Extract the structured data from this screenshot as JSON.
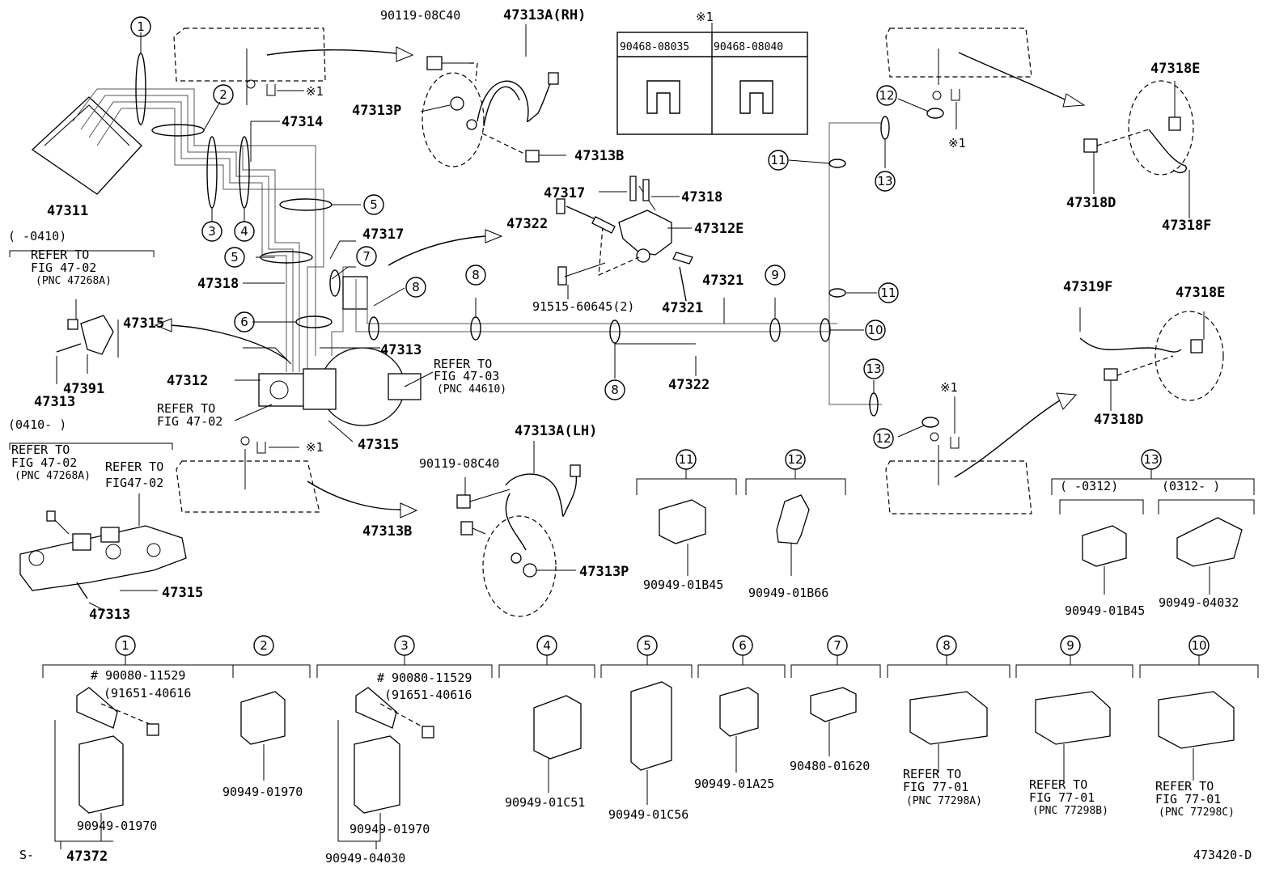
{
  "diagram_code": "473420-D",
  "prefix": "S-",
  "ref_note_symbol": "※1",
  "ref_note_table": {
    "left": "90468-08035",
    "right": "90468-08040"
  },
  "date_ranges": {
    "early": "(      -0410)",
    "late": "(0410-      )",
    "clip13_early": "(      -0312)",
    "clip13_late": "(0312-      )"
  },
  "refer_notes": {
    "master_early": [
      "REFER TO",
      "FIG 47-02",
      "(PNC 47268A)"
    ],
    "master_late": [
      "REFER TO",
      "FIG 47-02",
      "(PNC 47268A)"
    ],
    "master_late_b": [
      "REFER TO",
      "FIG47-02"
    ],
    "booster": [
      "REFER TO",
      "FIG 47-03",
      "(PNC 44610)"
    ],
    "cyl": [
      "REFER TO",
      "FIG 47-02"
    ],
    "c8": [
      "REFER TO",
      "FIG 77-01",
      "(PNC 77298A)"
    ],
    "c9": [
      "REFER TO",
      "FIG 77-01",
      "(PNC 77298B)"
    ],
    "c10": [
      "REFER TO",
      "FIG 77-01",
      "(PNC 77298C)"
    ]
  },
  "parts": {
    "p47311": "47311",
    "p47314": "47314",
    "p47318": "47318",
    "p47317": "47317",
    "p47313": "47313",
    "p47312": "47312",
    "p47315": "47315",
    "p47391": "47391",
    "p47313A_rh": "47313A(RH)",
    "p47313A_lh": "47313A(LH)",
    "p47313P": "47313P",
    "p47313B": "47313B",
    "p90119": "90119-08C40",
    "p47322": "47322",
    "p47312E": "47312E",
    "p47321": "47321",
    "p91515": "91515-60645(2)",
    "p47318E": "47318E",
    "p47318D": "47318D",
    "p47318F": "47318F",
    "p47319F": "47319F",
    "p90949_01B45": "90949-01B45",
    "p90949_01B66": "90949-01B66",
    "p90949_04032": "90949-04032",
    "p90080": "# 90080-11529",
    "p91651": "(91651-40616",
    "p90949_01970": "90949-01970",
    "p47372": "47372",
    "p90949_04030": "90949-04030",
    "p90949_01C51": "90949-01C51",
    "p90949_01C56": "90949-01C56",
    "p90949_01A25": "90949-01A25",
    "p90480_01620": "90480-01620"
  },
  "callouts": [
    "1",
    "2",
    "3",
    "4",
    "5",
    "6",
    "7",
    "8",
    "9",
    "10",
    "11",
    "12",
    "13"
  ]
}
